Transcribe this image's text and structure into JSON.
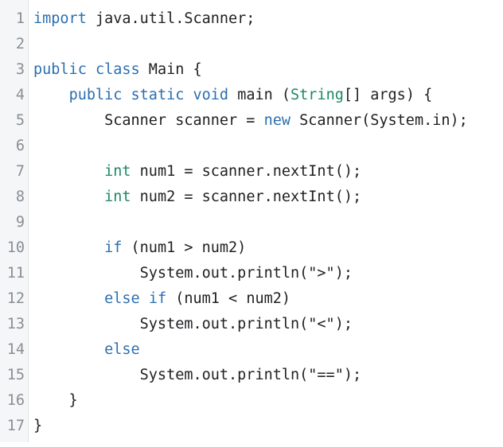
{
  "lines": [
    {
      "n": "1",
      "text": "import java.util.Scanner;"
    },
    {
      "n": "2",
      "text": ""
    },
    {
      "n": "3",
      "text": "public class Main {"
    },
    {
      "n": "4",
      "text": "    public static void main (String[] args) {"
    },
    {
      "n": "5",
      "text": "        Scanner scanner = new Scanner(System.in);"
    },
    {
      "n": "6",
      "text": ""
    },
    {
      "n": "7",
      "text": "        int num1 = scanner.nextInt();"
    },
    {
      "n": "8",
      "text": "        int num2 = scanner.nextInt();"
    },
    {
      "n": "9",
      "text": ""
    },
    {
      "n": "10",
      "text": "        if (num1 > num2)"
    },
    {
      "n": "11",
      "text": "            System.out.println(\">\");"
    },
    {
      "n": "12",
      "text": "        else if (num1 < num2)"
    },
    {
      "n": "13",
      "text": "            System.out.println(\"<\");"
    },
    {
      "n": "14",
      "text": "        else"
    },
    {
      "n": "15",
      "text": "            System.out.println(\"==\");"
    },
    {
      "n": "16",
      "text": "    }"
    },
    {
      "n": "17",
      "text": "}"
    }
  ],
  "colors": {
    "keyword": "#2a6fb0",
    "type": "#1b8a64",
    "text": "#202124",
    "gutter_text": "#8a8f95"
  },
  "keywords": [
    "import",
    "public",
    "class",
    "static",
    "void",
    "new",
    "if",
    "else"
  ],
  "types": [
    "int",
    "String"
  ]
}
